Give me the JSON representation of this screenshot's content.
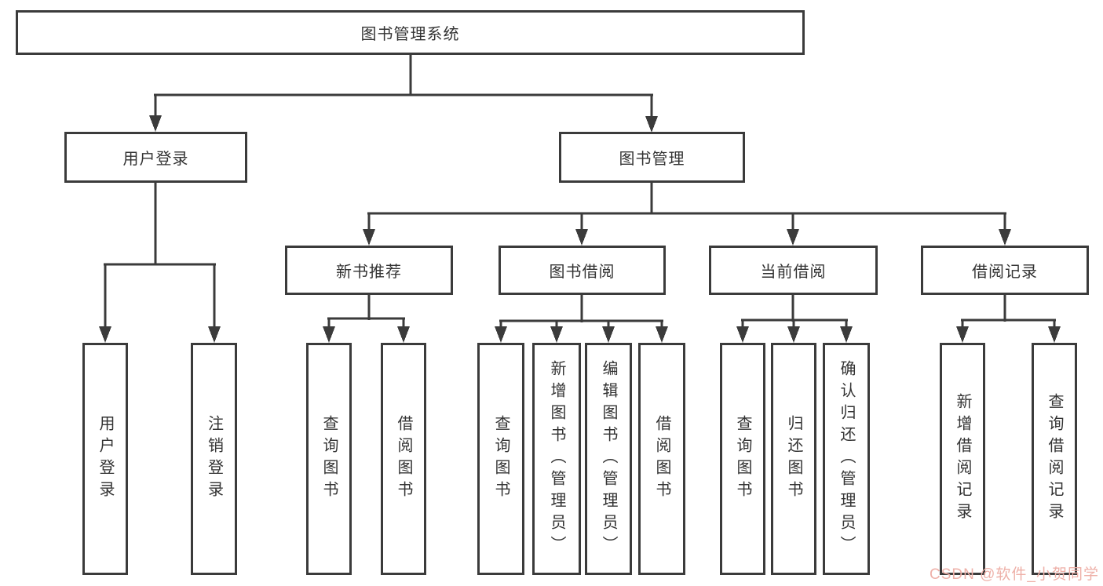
{
  "diagram": {
    "title": "图书管理系统",
    "level2": [
      {
        "label": "用户登录"
      },
      {
        "label": "图书管理"
      }
    ],
    "level3": [
      {
        "label": "新书推荐"
      },
      {
        "label": "图书借阅"
      },
      {
        "label": "当前借阅"
      },
      {
        "label": "借阅记录"
      }
    ],
    "leaves": {
      "user_login": [
        "用户登录",
        "注销登录"
      ],
      "new_book": [
        "查询图书",
        "借阅图书"
      ],
      "borrow": [
        "查询图书",
        "新增图书（管理员）",
        "编辑图书（管理员）",
        "借阅图书"
      ],
      "current": [
        "查询图书",
        "归还图书",
        "确认归还（管理员）"
      ],
      "records": [
        "新增借阅记录",
        "查询借阅记录"
      ]
    },
    "watermark": "CSDN @软件_小贺同学",
    "colors": {
      "line": "#3b3b3b",
      "text": "#333333",
      "watermark": "#eeb0a8",
      "background": "#ffffff"
    }
  }
}
